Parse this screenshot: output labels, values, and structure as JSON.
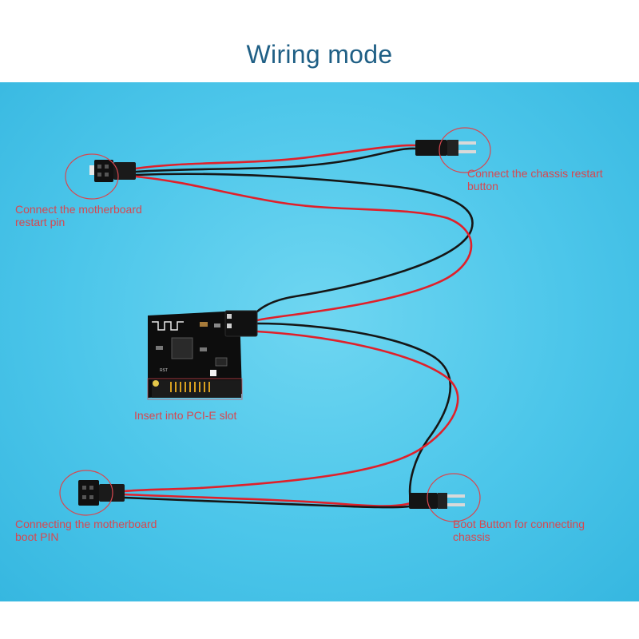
{
  "title": "Wiring mode",
  "labels": {
    "motherboard_restart": "Connect the motherboard\nrestart pin",
    "chassis_restart": "Connect the chassis restart\nbutton",
    "pcie_slot": "Insert into PCI-E slot",
    "motherboard_boot": "Connecting the motherboard\nboot PIN",
    "chassis_boot": "Boot Button for connecting\nchassis"
  },
  "colors": {
    "background": "#4cc6ea",
    "label_text": "#d8474f",
    "title_text": "#1f5f85",
    "wire_red": "#e0202a",
    "wire_black": "#161616"
  }
}
